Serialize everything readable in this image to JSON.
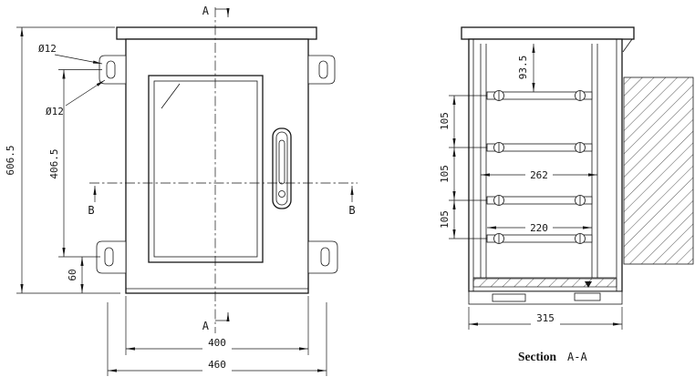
{
  "front": {
    "mark_top": "A",
    "mark_bottom": "A",
    "mark_left": "B",
    "mark_right": "B",
    "hole_callout_upper": "Ø12",
    "hole_callout_lower": "Ø12",
    "dim_overall_height": "606.5",
    "dim_mount_span": "406.5",
    "dim_foot_offset": "60",
    "dim_body_width": "400",
    "dim_overall_width": "460"
  },
  "section": {
    "dim_top_offset": "93.5",
    "dim_rail_gap_1": "105",
    "dim_rail_gap_2": "105",
    "dim_rail_gap_3": "105",
    "dim_inner_depth": "262",
    "dim_rail_length": "220",
    "dim_overall_depth": "315",
    "caption_title": "Section",
    "caption_ref": "A-A"
  }
}
